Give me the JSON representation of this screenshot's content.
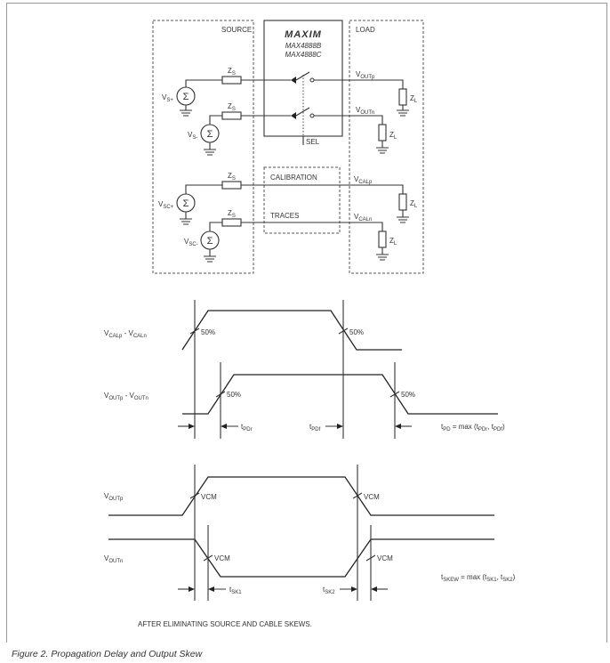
{
  "caption": "Figure 2. Propagation Delay and Output Skew",
  "circuit": {
    "source_label": "SOURCE",
    "load_label": "LOAD",
    "brand": "MAXIM",
    "part1": "MAX4888B",
    "part2": "MAX4888C",
    "sel": "SEL",
    "calibration": "CALIBRATION",
    "traces": "TRACES",
    "zs": {
      "main": "Z",
      "sub": "S"
    },
    "zl": {
      "main": "Z",
      "sub": "L"
    },
    "vs_plus": {
      "main": "V",
      "sub": "S+"
    },
    "vs_minus": {
      "main": "V",
      "sub": "S-"
    },
    "vsc_plus": {
      "main": "V",
      "sub": "SC+"
    },
    "vsc_minus": {
      "main": "V",
      "sub": "SC-"
    },
    "voutp": {
      "main": "V",
      "sub": "OUTp"
    },
    "voutn": {
      "main": "V",
      "sub": "OUTn"
    },
    "vcalp": {
      "main": "V",
      "sub": "CALp"
    },
    "vcaln": {
      "main": "V",
      "sub": "CALn"
    },
    "sigma": "Σ"
  },
  "timing": {
    "label_cal": {
      "a": "V",
      "b": "CALp",
      "c": " - V",
      "d": "CALn"
    },
    "label_out": {
      "a": "V",
      "b": "OUTp",
      "c": " - V",
      "d": "OUTn"
    },
    "label_outp": {
      "a": "V",
      "b": "OUTp"
    },
    "label_outn": {
      "a": "V",
      "b": "OUTn"
    },
    "pct50": "50%",
    "vcm": "VCM",
    "tpdr": {
      "main": "t",
      "sub": "PDr"
    },
    "tpdf": {
      "main": "t",
      "sub": "PDf"
    },
    "tsk1": {
      "main": "t",
      "sub": "SK1"
    },
    "tsk2": {
      "main": "t",
      "sub": "SK2"
    },
    "tpd_formula": {
      "a": "t",
      "b": "PD",
      "c": " = max (t",
      "d": "PDr",
      "e": ", t",
      "f": "PDf",
      "g": ")"
    },
    "tskew_formula": {
      "a": "t",
      "b": "SKEW",
      "c": " = max (t",
      "d": "SK1",
      "e": ", t",
      "f": "SK2",
      "g": ")"
    },
    "note": "AFTER ELIMINATING SOURCE AND CABLE SKEWS."
  }
}
